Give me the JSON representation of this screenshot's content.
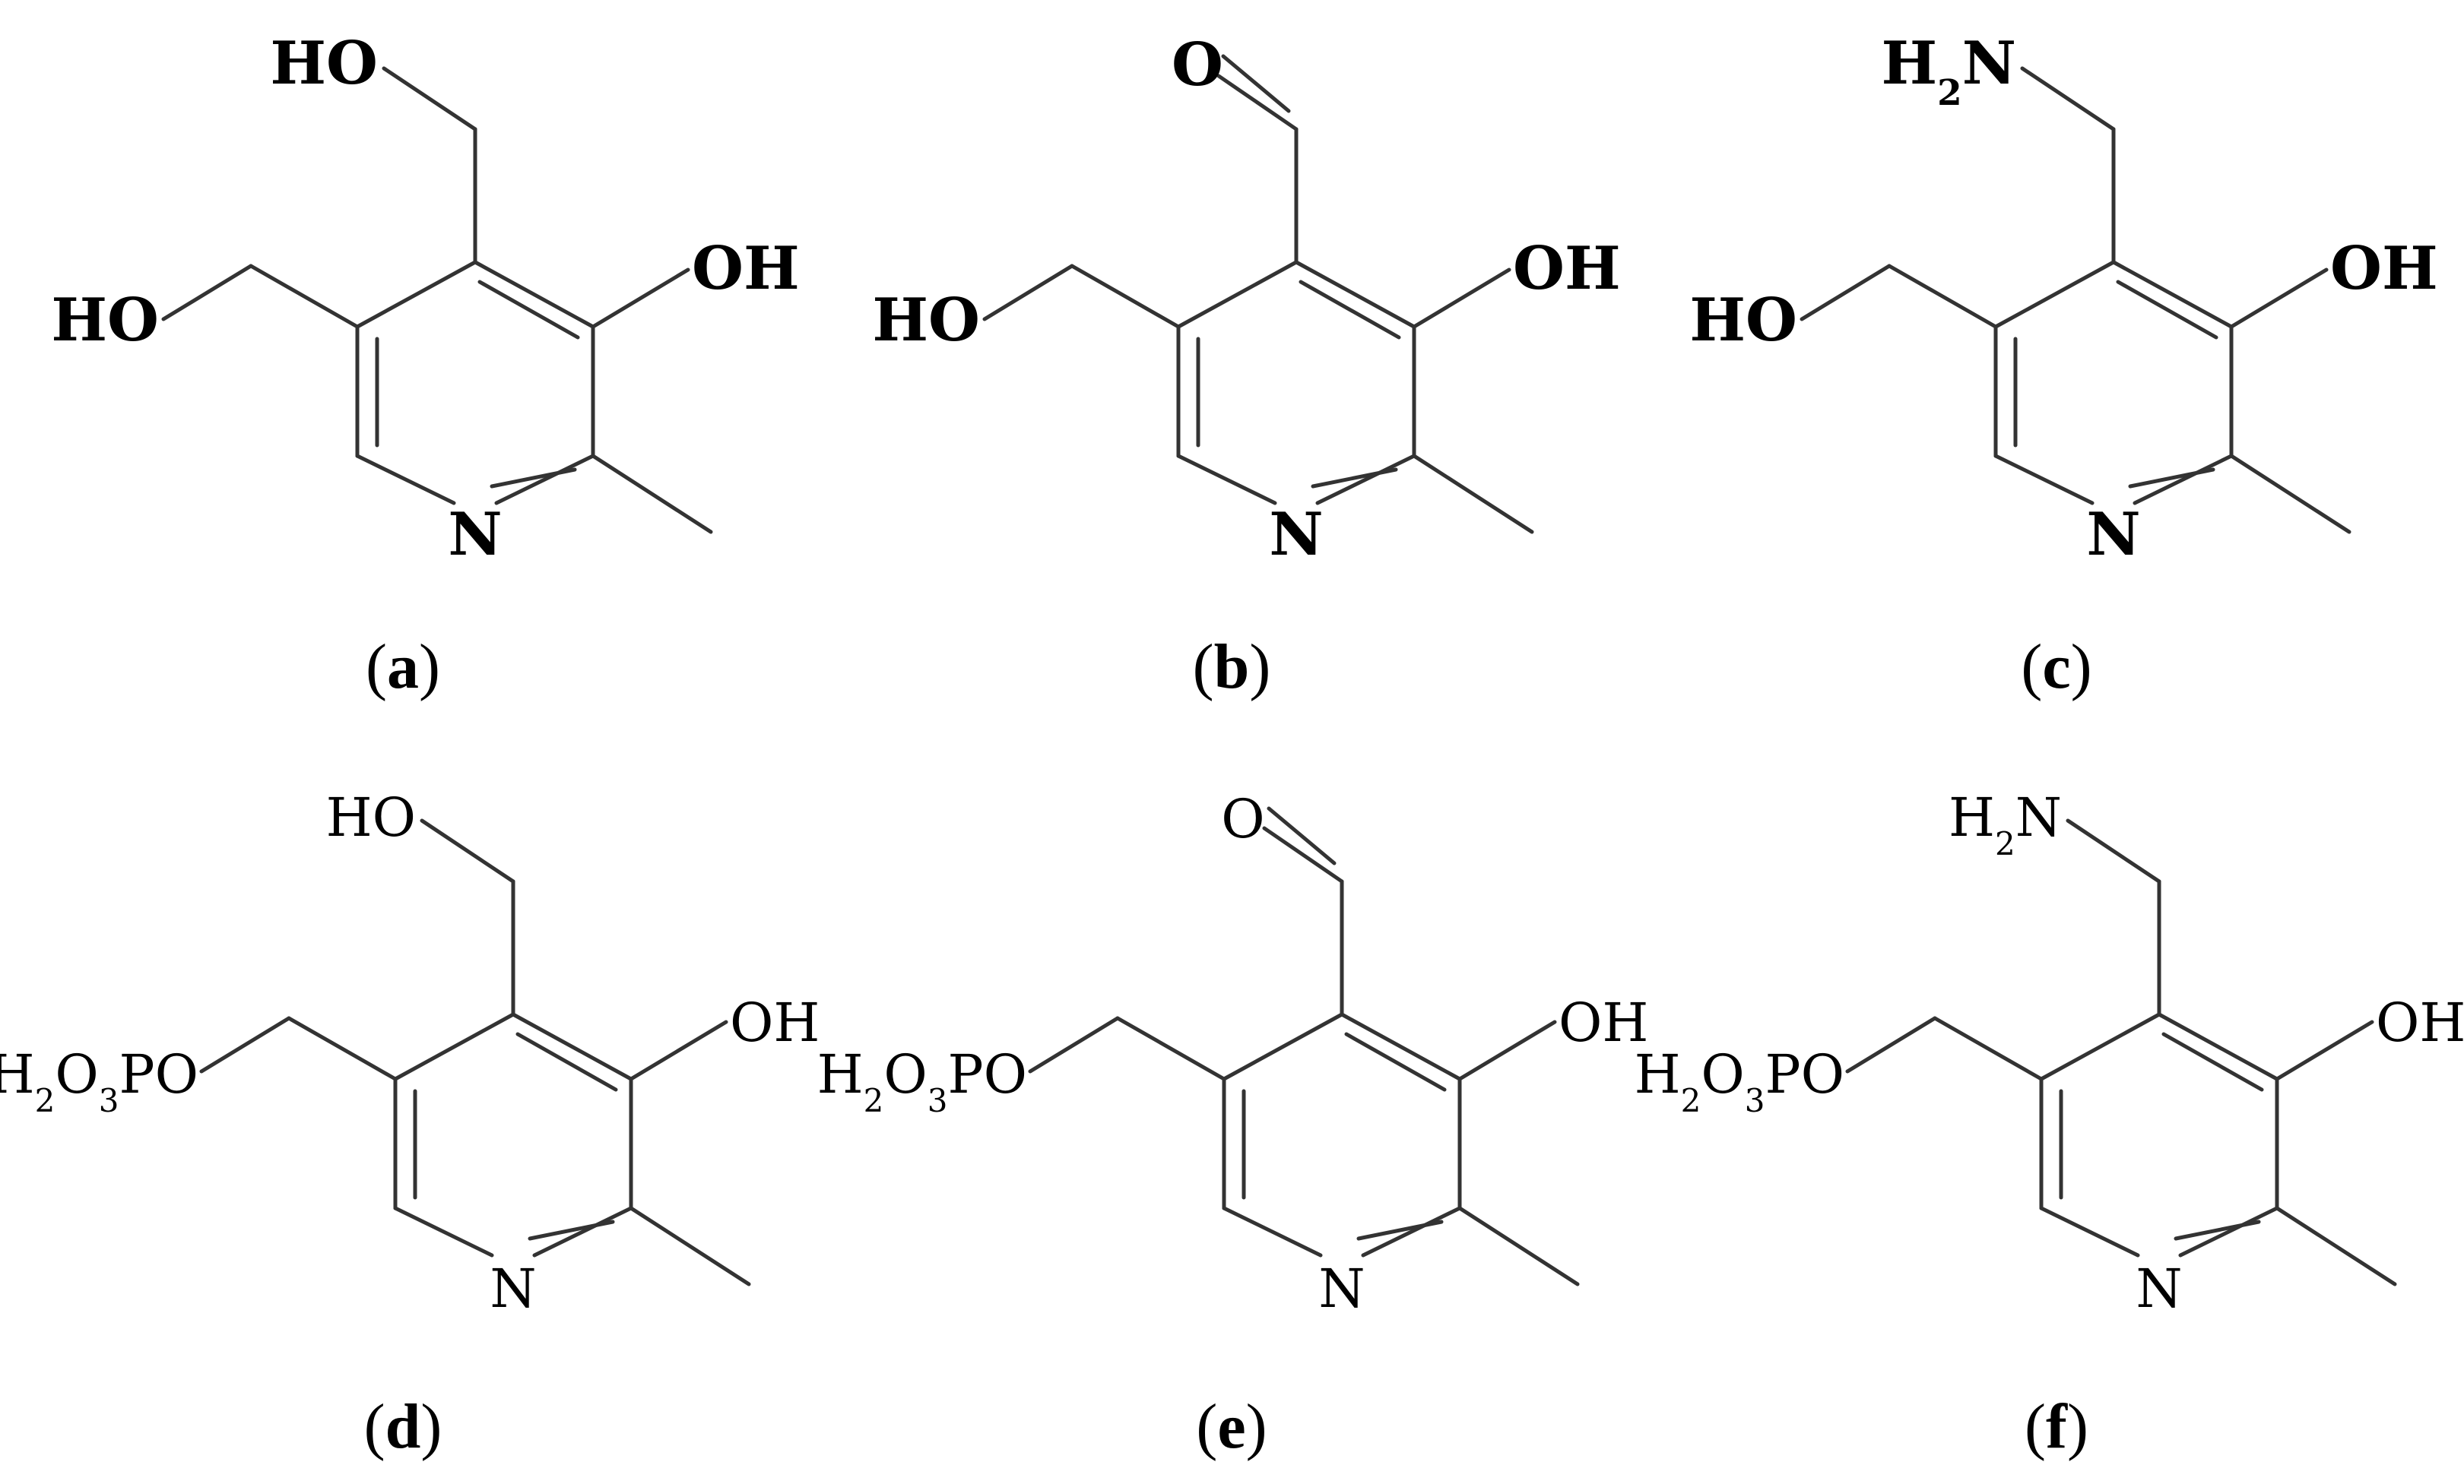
{
  "panels": [
    {
      "id": "a",
      "label": {
        "open": "(",
        "letter": "a",
        "close": ")"
      },
      "top_group": {
        "type": "hydroxymethyl",
        "text": "HO",
        "double_bond": false
      },
      "side_group": {
        "type": "hydroxymethyl",
        "text": "HO"
      },
      "oh_text": "OH",
      "n_text": "N",
      "small": false
    },
    {
      "id": "b",
      "label": {
        "open": "(",
        "letter": "b",
        "close": ")"
      },
      "top_group": {
        "type": "aldehyde",
        "text": "O",
        "double_bond": true
      },
      "side_group": {
        "type": "hydroxymethyl",
        "text": "HO"
      },
      "oh_text": "OH",
      "n_text": "N",
      "small": false
    },
    {
      "id": "c",
      "label": {
        "open": "(",
        "letter": "c",
        "close": ")"
      },
      "top_group": {
        "type": "aminomethyl",
        "text": "H",
        "sub": "2",
        "text2": "N",
        "double_bond": false
      },
      "side_group": {
        "type": "hydroxymethyl",
        "text": "HO"
      },
      "oh_text": "OH",
      "n_text": "N",
      "small": false
    },
    {
      "id": "d",
      "label": {
        "open": "(",
        "letter": "d",
        "close": ")"
      },
      "top_group": {
        "type": "hydroxymethyl",
        "text": "HO",
        "double_bond": false
      },
      "side_group": {
        "type": "phosphate",
        "t1": "H",
        "s1": "2",
        "t2": "O",
        "s2": "3",
        "t3": "PO"
      },
      "oh_text": "OH",
      "n_text": "N",
      "small": true
    },
    {
      "id": "e",
      "label": {
        "open": "(",
        "letter": "e",
        "close": ")"
      },
      "top_group": {
        "type": "aldehyde",
        "text": "O",
        "double_bond": true
      },
      "side_group": {
        "type": "phosphate",
        "t1": "H",
        "s1": "2",
        "t2": "O",
        "s2": "3",
        "t3": "PO"
      },
      "oh_text": "OH",
      "n_text": "N",
      "small": true
    },
    {
      "id": "f",
      "label": {
        "open": "(",
        "letter": "f",
        "close": ")"
      },
      "top_group": {
        "type": "aminomethyl",
        "text": "H",
        "sub": "2",
        "text2": "N",
        "double_bond": false
      },
      "side_group": {
        "type": "phosphate",
        "t1": "H",
        "s1": "2",
        "t2": "O",
        "s2": "3",
        "t3": "PO"
      },
      "oh_text": "OH",
      "n_text": "N",
      "small": true
    }
  ],
  "colors": {
    "bond": "#333333",
    "text": "#000000",
    "background": "#ffffff"
  }
}
